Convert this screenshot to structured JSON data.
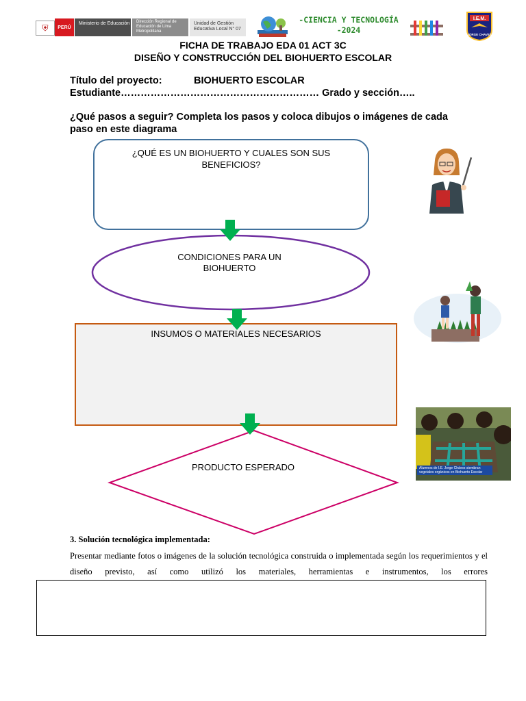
{
  "header": {
    "peru_label": "PERÚ",
    "ministry": "Ministerio de Educación",
    "dre": "Dirección Regional de Educación de Lima Metropolitana",
    "ugel": "Unidad de Gestión Educativa Local N° 07",
    "banner_line1": "-CIENCIA Y TECNOLOGÍA",
    "banner_line2": "-2024",
    "crest_text": "I.E.M.",
    "crest_name": "JORGE CHAVEZ"
  },
  "title_line1": "FICHA DE TRABAJO EDA 01 ACT  3C",
  "title_line2": "DISEÑO Y CONSTRUCCIÓN DEL BIOHUERTO ESCOLAR",
  "project": {
    "label": "Título del proyecto:",
    "value": "BIOHUERTO ESCOLAR",
    "student_line": "Estudiante……………………………………………………    Grado y sección….."
  },
  "question": "¿Qué pasos a seguir? Completa los pasos y coloca dibujos o imágenes de cada paso en este diagrama",
  "diagram": {
    "step1": "¿QUÉ ES UN BIOHUERTO Y CUALES SON SUS BENEFICIOS?",
    "step2": "CONDICIONES PARA UN BIOHUERTO",
    "step3": "INSUMOS O MATERIALES NECESARIOS",
    "step4": "PRODUCTO ESPERADO"
  },
  "photo_caption": "Alumnos de I.E. Jorge Chávez siembran vegetales orgánicos en Biohuerto Escolar",
  "section3": {
    "heading": "3. Solución tecnológica implementada:",
    "paragraph": "Presentar mediante fotos o imágenes de la solución tecnológica construida o implementada según los requerimientos y el diseño previsto, así como utilizó los materiales, herramientas e instrumentos, los errores"
  },
  "colors": {
    "box1_border": "#41719c",
    "ellipse_border": "#7030a0",
    "box3_border": "#c55a11",
    "diamond_border": "#cc0066",
    "arrow": "#00b050",
    "banner": "#2e8b2e"
  }
}
